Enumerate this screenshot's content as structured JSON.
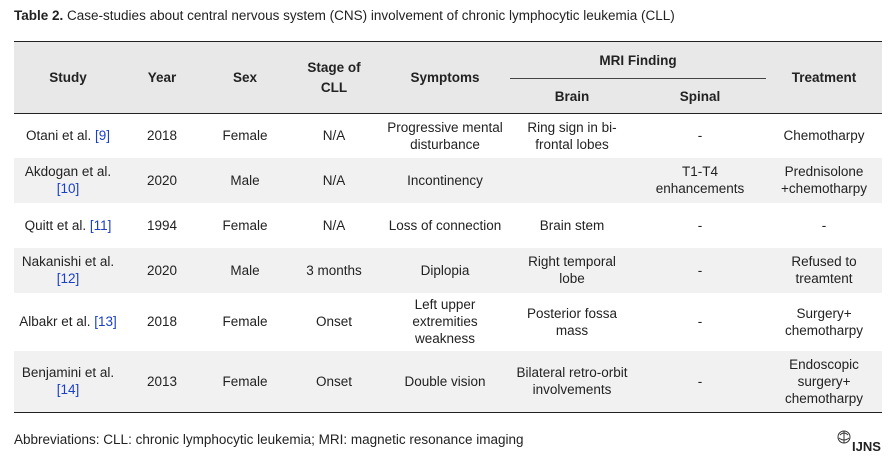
{
  "caption": {
    "label": "Table 2.",
    "text": " Case-studies about central nervous system (CNS) involvement of chronic lymphocytic leukemia (CLL)"
  },
  "table": {
    "headers": {
      "study": "Study",
      "year": "Year",
      "sex": "Sex",
      "stage": "Stage of CLL",
      "symptoms": "Symptoms",
      "mri": "MRI Finding",
      "brain": "Brain",
      "spinal": "Spinal",
      "treatment": "Treatment"
    },
    "rows": [
      {
        "study": "Otani et al.",
        "ref": "[9]",
        "year": "2018",
        "sex": "Female",
        "stage": "N/A",
        "symptoms": "Progressive mental disturbance",
        "brain": "Ring sign in bi-frontal lobes",
        "spinal": "-",
        "treatment": "Chemotharpy"
      },
      {
        "study": "Akdogan et al.",
        "ref": "[10]",
        "year": "2020",
        "sex": "Male",
        "stage": "N/A",
        "symptoms": "Incontinency",
        "brain": "",
        "spinal": "T1-T4 enhancements",
        "treatment": "Prednisolone +chemotharpy"
      },
      {
        "study": "Quitt et al.",
        "ref": "[11]",
        "year": "1994",
        "sex": "Female",
        "stage": "N/A",
        "symptoms": "Loss of connection",
        "brain": "Brain stem",
        "spinal": "-",
        "treatment": "-"
      },
      {
        "study": "Nakanishi et al.",
        "ref": "[12]",
        "year": "2020",
        "sex": "Male",
        "stage": "3 months",
        "symptoms": "Diplopia",
        "brain": "Right temporal lobe",
        "spinal": "-",
        "treatment": "Refused to treamtent"
      },
      {
        "study": "Albakr et al.",
        "ref": "[13]",
        "year": "2018",
        "sex": "Female",
        "stage": "Onset",
        "symptoms": "Left upper extremities weakness",
        "brain": "Posterior fossa mass",
        "spinal": "-",
        "treatment": "Surgery+ chemotharpy"
      },
      {
        "study": "Benjamini et al.",
        "ref": "[14]",
        "year": "2013",
        "sex": "Female",
        "stage": "Onset",
        "symptoms": "Double vision",
        "brain": "Bilateral retro-orbit involvements",
        "spinal": "-",
        "treatment": "Endoscopic surgery+ chemotharpy"
      }
    ]
  },
  "footer": "Abbreviations: CLL: chronic lymphocytic leukemia; MRI: magnetic resonance imaging",
  "logo": {
    "text": "IJNS"
  }
}
